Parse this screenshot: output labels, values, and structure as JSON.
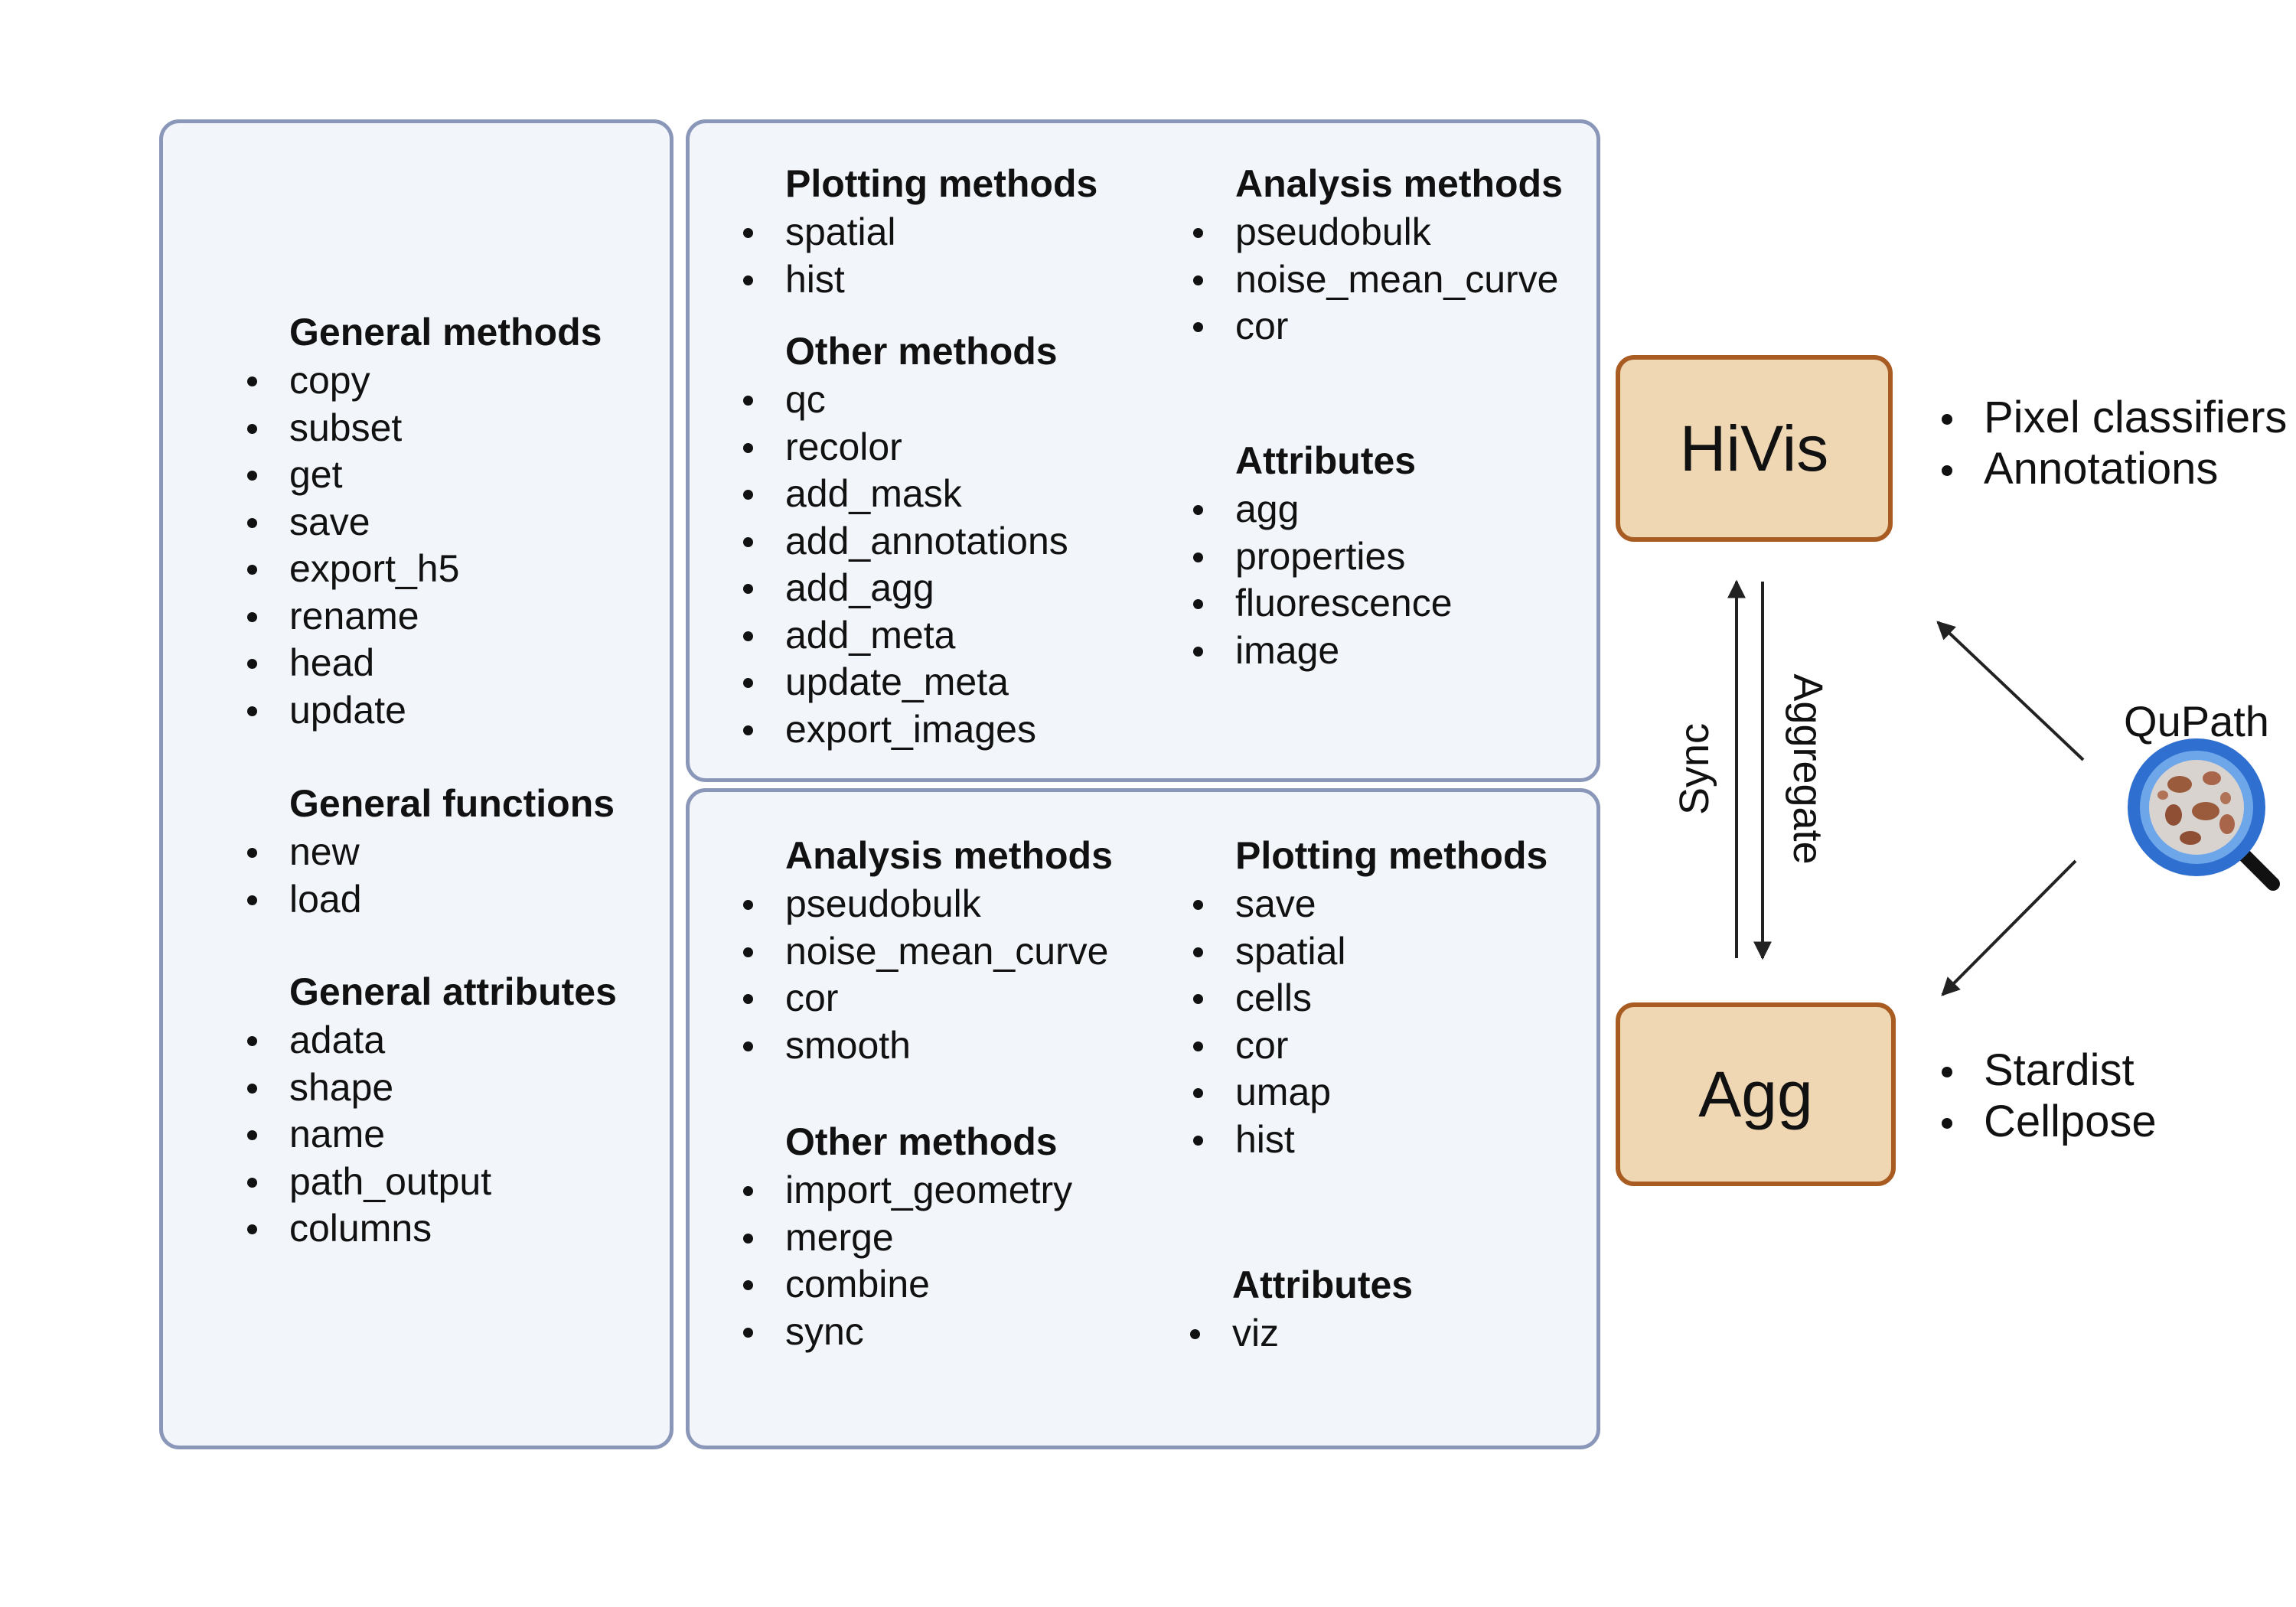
{
  "general_panel": {
    "groups": [
      {
        "title": "General methods",
        "items": [
          "copy",
          "subset",
          "get",
          "save",
          "export_h5",
          "rename",
          "head",
          "update"
        ]
      },
      {
        "title": "General functions",
        "items": [
          "new",
          "load"
        ]
      },
      {
        "title": "General attributes",
        "items": [
          "adata",
          "shape",
          "name",
          "path_output",
          "columns"
        ]
      }
    ]
  },
  "hivis_panel": {
    "groups": [
      {
        "title": "Plotting methods",
        "items": [
          "spatial",
          "hist"
        ]
      },
      {
        "title": "Other methods",
        "items": [
          "qc",
          "recolor",
          "add_mask",
          "add_annotations",
          "add_agg",
          "add_meta",
          "update_meta",
          "export_images"
        ]
      },
      {
        "title": "Analysis methods",
        "items": [
          "pseudobulk",
          "noise_mean_curve",
          "cor"
        ]
      },
      {
        "title": "Attributes",
        "items": [
          "agg",
          "properties",
          "fluorescence",
          "image"
        ]
      }
    ]
  },
  "agg_panel": {
    "groups": [
      {
        "title": "Analysis methods",
        "items": [
          "pseudobulk",
          "noise_mean_curve",
          "cor",
          "smooth"
        ]
      },
      {
        "title": "Other methods",
        "items": [
          "import_geometry",
          "merge",
          "combine",
          "sync"
        ]
      },
      {
        "title": "Plotting methods",
        "items": [
          "save",
          "spatial",
          "cells",
          "cor",
          "umap",
          "hist"
        ]
      },
      {
        "title": "Attributes",
        "items": [
          "viz"
        ]
      }
    ]
  },
  "nodes": {
    "hivis": "HiVis",
    "agg": "Agg"
  },
  "hivis_sources": [
    "Pixel classifiers",
    "Annotations"
  ],
  "agg_sources": [
    "Stardist",
    "Cellpose"
  ],
  "edges": {
    "sync": "Sync",
    "aggregate": "Aggregate"
  },
  "qupath": {
    "label": "QuPath",
    "icon": "magnifier-tissue-icon"
  },
  "colors": {
    "panel_border": "#8a97b8",
    "panel_fill": "#f2f5fa",
    "node_fill": "#efd7b4",
    "node_border": "#a85c22"
  }
}
